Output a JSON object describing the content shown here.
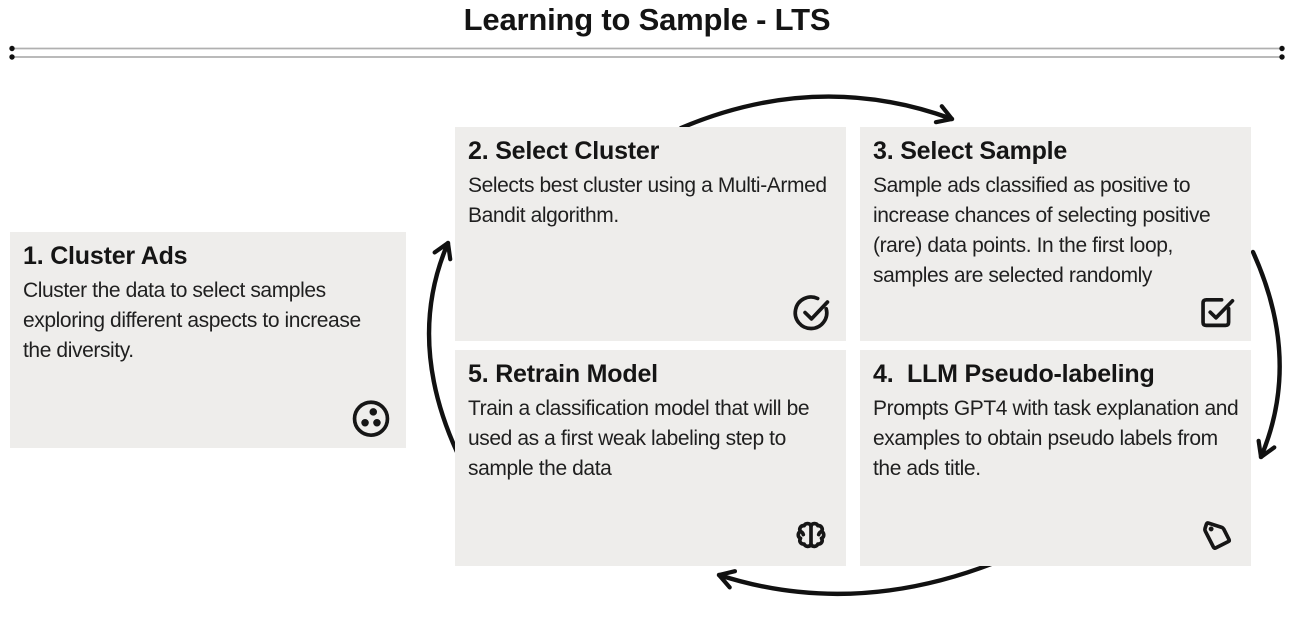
{
  "title": "Learning to Sample - LTS",
  "colors": {
    "box_background": "#eeedeb",
    "text": "#1f1f1f",
    "arrows": "#111111",
    "separator_rule": "#b0b0b0",
    "separator_dots": "#111111"
  },
  "separator": {
    "style": "double horizontal rule with dots at both ends"
  },
  "steps": [
    {
      "heading": "1. Cluster Ads",
      "body": "Cluster the data to select samples exploring different aspects to increase the diversity.",
      "icon": "cluster-dots-icon"
    },
    {
      "heading": "2. Select Cluster",
      "body": "Selects best cluster using a Multi-Armed Bandit algorithm.",
      "icon": "check-circle-icon"
    },
    {
      "heading": "3. Select Sample",
      "body": "Sample ads classified as positive to increase chances of selecting positive (rare) data points. In the first loop, samples are selected randomly",
      "icon": "check-square-icon"
    },
    {
      "heading": "4.  LLM Pseudo-labeling",
      "body": "Prompts GPT4 with task explanation and examples to obtain pseudo labels from the ads title.",
      "icon": "tag-icon"
    },
    {
      "heading": "5. Retrain Model",
      "body": "Train a classification model that will be used as a first weak labeling step to sample the data",
      "icon": "brain-icon"
    }
  ],
  "cycle_arrows": [
    {
      "from": "2. Select Cluster",
      "to": "3. Select Sample"
    },
    {
      "from": "3. Select Sample",
      "to": "4. LLM Pseudo-labeling"
    },
    {
      "from": "4. LLM Pseudo-labeling",
      "to": "5. Retrain Model"
    },
    {
      "from": "5. Retrain Model",
      "to": "2. Select Cluster"
    }
  ]
}
